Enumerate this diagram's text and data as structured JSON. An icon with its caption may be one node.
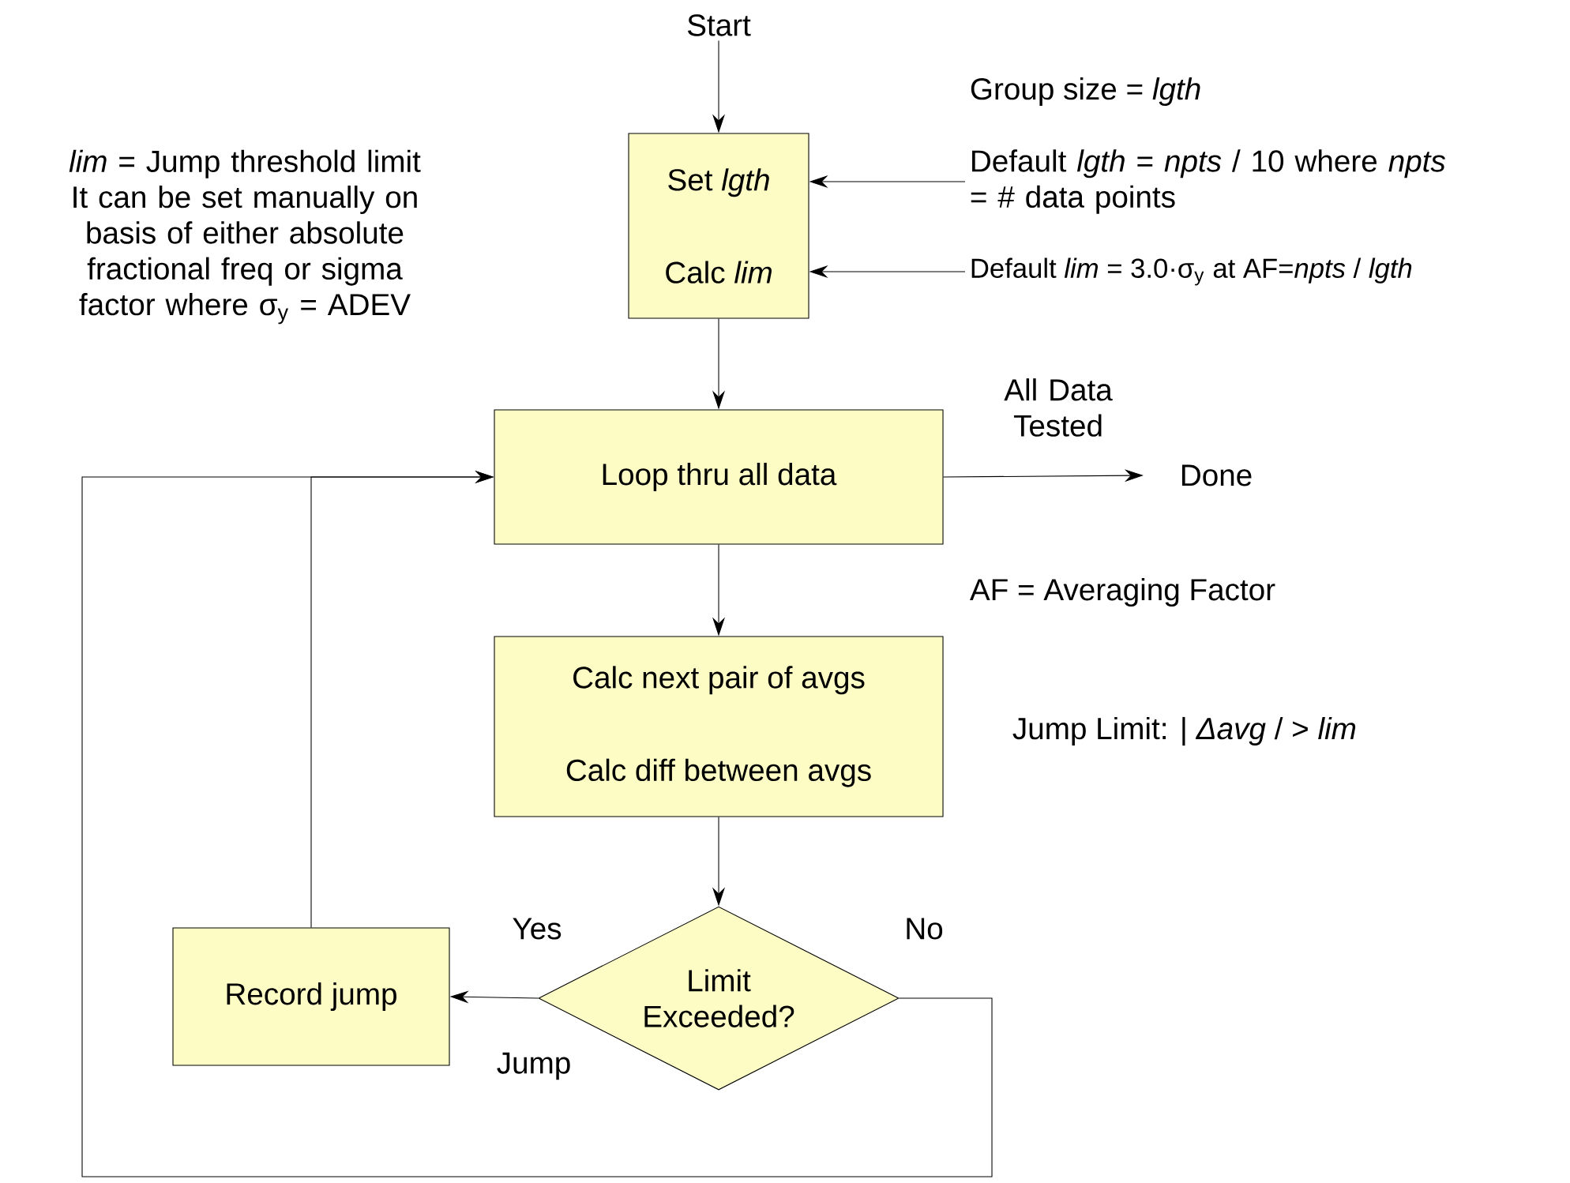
{
  "diagram": {
    "nodes": [
      {
        "text": [
          "Start"
        ]
      },
      {
        "text": [
          "Set *lgth*",
          "Calc *lim*"
        ]
      },
      {
        "text": [
          "Loop thru all data"
        ]
      },
      {
        "text": [
          "Done"
        ]
      },
      {
        "text": [
          "Calc next pair of avgs",
          "Calc diff between avgs"
        ]
      },
      {
        "text": [
          "Limit Exceeded?"
        ]
      },
      {
        "text": [
          "Record jump"
        ]
      },
      {
        "text": [
          "Default *lgth* = *npts* / 10 where *npts* = # data points"
        ]
      },
      {
        "text": [
          "Default *lim* = 3.0·σ$_{y}$ at AF=*npts* / *lgth*"
        ]
      }
    ],
    "edges": [
      {
        "from": 0,
        "to": 1,
        "arrow": "to"
      },
      {
        "from": 1,
        "to": 2,
        "arrow": "to"
      },
      {
        "from": 2,
        "to": 3,
        "arrow": "to",
        "label": "All Data Tested"
      },
      {
        "from": 2,
        "to": 4,
        "arrow": "to"
      },
      {
        "from": 4,
        "to": 5,
        "arrow": "to"
      },
      {
        "from": 5,
        "to": 6,
        "arrow": "to",
        "label": "Yes"
      },
      {
        "from": 5,
        "to": 2,
        "arrow": "to",
        "label": "No"
      },
      {
        "from": 6,
        "to": 2,
        "arrow": "to"
      },
      {
        "from": 7,
        "to": 1,
        "arrow": "to"
      },
      {
        "from": 8,
        "to": 1,
        "arrow": "to"
      }
    ],
    "labels": [
      "Group size = *lgth*",
      "*lim* = Jump threshold limit It can be set manually on basis of either absolute fractional freq or sigma factor where σ$_{y}$ = ADEV",
      "AF = Averaging Factor",
      "Jump Limit: | *Δavg* / > *lim*",
      "Jump"
    ]
  }
}
